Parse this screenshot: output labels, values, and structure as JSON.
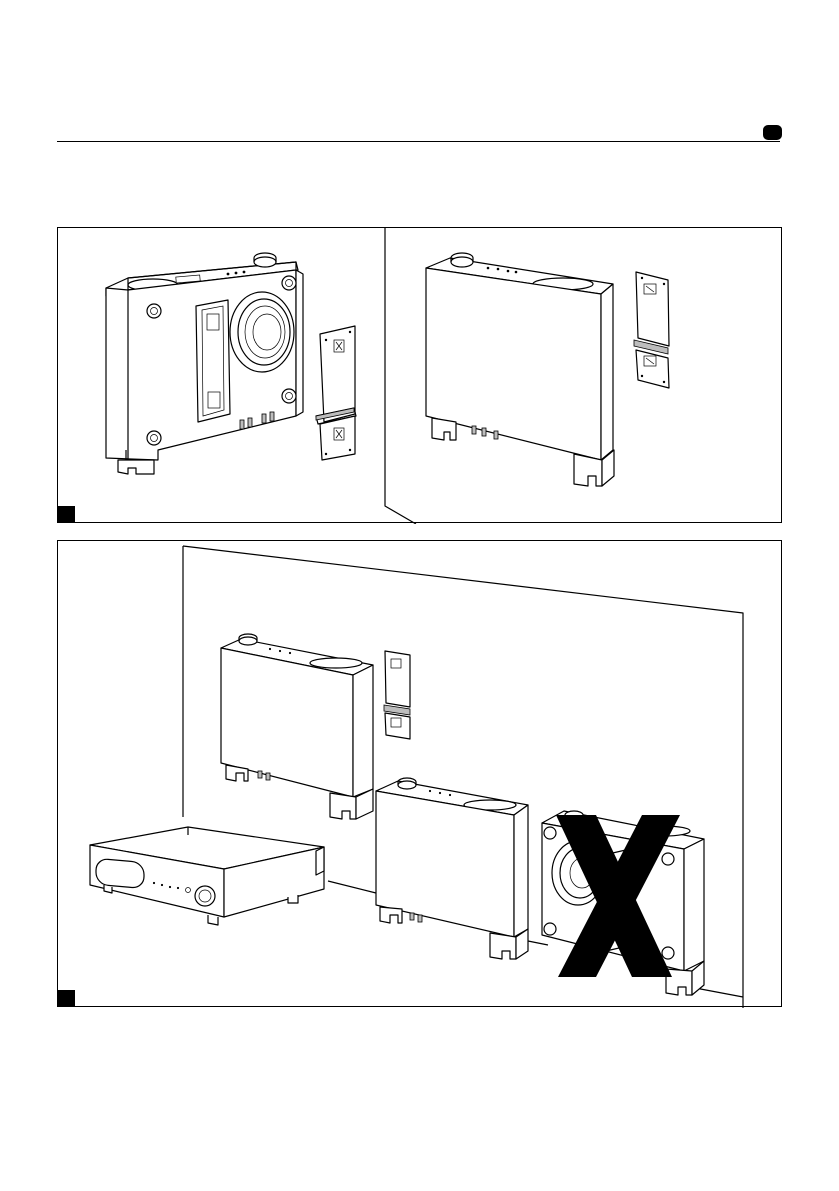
{
  "page": {
    "background": "#ffffff",
    "ink": "#000000"
  },
  "figures": [
    {
      "panels": [
        "subwoofer-rear-with-bracket",
        "subwoofer-front-wall-mounted"
      ]
    },
    {
      "scene": "placement-next-to-amplifier",
      "incorrect_marker": "X"
    }
  ]
}
